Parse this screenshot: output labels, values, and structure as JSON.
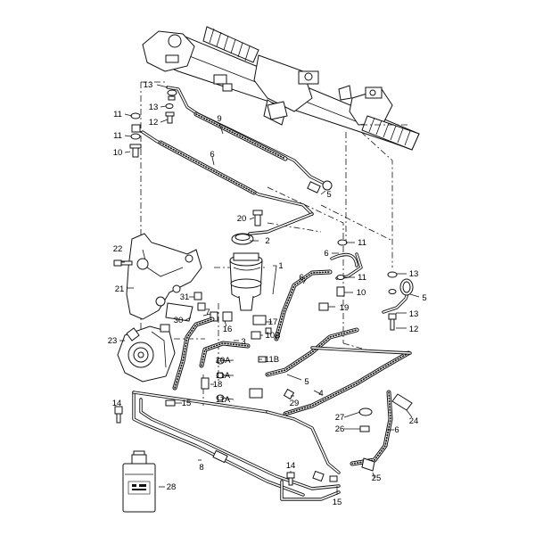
{
  "callouts": [
    {
      "key": "c13a",
      "text": "13"
    },
    {
      "key": "c9",
      "text": "9"
    },
    {
      "key": "c11a",
      "text": "11"
    },
    {
      "key": "c13b",
      "text": "13"
    },
    {
      "key": "c12a",
      "text": "12"
    },
    {
      "key": "c11b",
      "text": "11"
    },
    {
      "key": "c10a",
      "text": "10"
    },
    {
      "key": "c6a",
      "text": "6"
    },
    {
      "key": "c5a",
      "text": "5"
    },
    {
      "key": "c20",
      "text": "20"
    },
    {
      "key": "c2",
      "text": "2"
    },
    {
      "key": "c11c",
      "text": "11"
    },
    {
      "key": "c6b",
      "text": "6"
    },
    {
      "key": "c11d",
      "text": "11"
    },
    {
      "key": "c1",
      "text": "1"
    },
    {
      "key": "c22",
      "text": "22"
    },
    {
      "key": "c6c",
      "text": "6"
    },
    {
      "key": "c10b",
      "text": "10"
    },
    {
      "key": "c13c",
      "text": "13"
    },
    {
      "key": "c5b",
      "text": "5"
    },
    {
      "key": "c21",
      "text": "21"
    },
    {
      "key": "c31",
      "text": "31"
    },
    {
      "key": "c19",
      "text": "19"
    },
    {
      "key": "c13d",
      "text": "13"
    },
    {
      "key": "c30",
      "text": "30"
    },
    {
      "key": "c7",
      "text": "7"
    },
    {
      "key": "c17",
      "text": "17"
    },
    {
      "key": "c16",
      "text": "16"
    },
    {
      "key": "c12b",
      "text": "12"
    },
    {
      "key": "c10B",
      "text": "10B"
    },
    {
      "key": "c23",
      "text": "23"
    },
    {
      "key": "c3",
      "text": "3"
    },
    {
      "key": "c11B",
      "text": "11B"
    },
    {
      "key": "c10A",
      "text": "10A"
    },
    {
      "key": "c11A1",
      "text": "11A"
    },
    {
      "key": "c5c",
      "text": "5"
    },
    {
      "key": "c18",
      "text": "18"
    },
    {
      "key": "c4",
      "text": "4"
    },
    {
      "key": "c11A2",
      "text": "11A"
    },
    {
      "key": "c29",
      "text": "29"
    },
    {
      "key": "c15a",
      "text": "15"
    },
    {
      "key": "c14a",
      "text": "14"
    },
    {
      "key": "c27",
      "text": "27"
    },
    {
      "key": "c24",
      "text": "24"
    },
    {
      "key": "c26",
      "text": "26"
    },
    {
      "key": "c6d",
      "text": "6"
    },
    {
      "key": "c8",
      "text": "8"
    },
    {
      "key": "c14b",
      "text": "14"
    },
    {
      "key": "c25",
      "text": "25"
    },
    {
      "key": "c28",
      "text": "28"
    },
    {
      "key": "c15b",
      "text": "15"
    }
  ]
}
